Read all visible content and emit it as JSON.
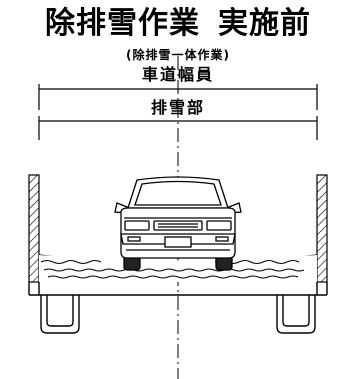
{
  "title": {
    "main": "除排雪作業",
    "phase": "実施前"
  },
  "subtitle": "(除排雪一体作業)",
  "dimensions": {
    "road_width_label": "車道幅員",
    "snow_removal_label": "排雪部"
  }
}
